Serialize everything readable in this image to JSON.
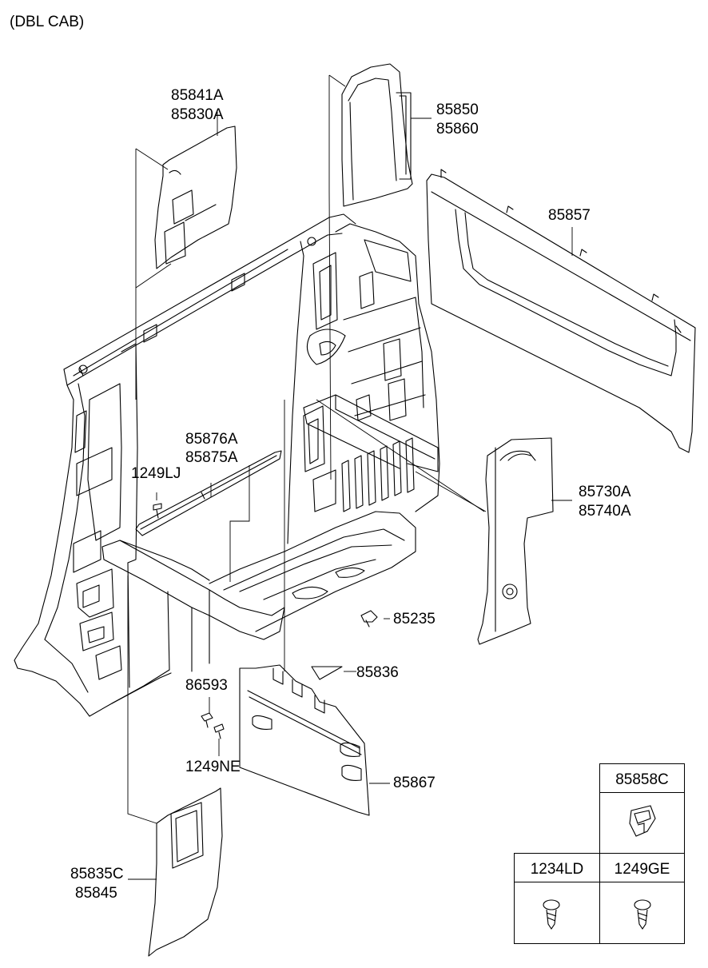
{
  "header": {
    "title": "(DBL CAB)"
  },
  "callouts": {
    "p85841A": "85841A",
    "p85830A": "85830A",
    "p85850": "85850",
    "p85860": "85860",
    "p85857": "85857",
    "p85876A": "85876A",
    "p85875A": "85875A",
    "p1249LJ": "1249LJ",
    "p85730A": "85730A",
    "p85740A": "85740A",
    "p85235": "85235",
    "p85836": "85836",
    "p86593": "86593",
    "p1249NE": "1249NE",
    "p85867": "85867",
    "p85835C": "85835C",
    "p85845": "85845"
  },
  "fastener_table": {
    "clip": "85858C",
    "screw_a": "1234LD",
    "screw_b": "1249GE"
  }
}
